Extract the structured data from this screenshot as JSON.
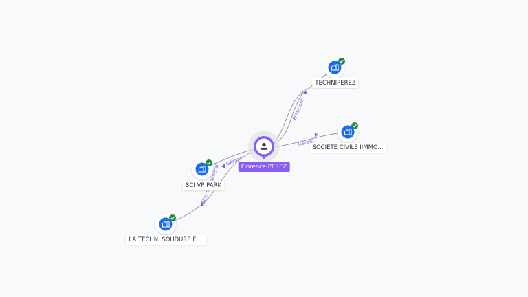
{
  "person": {
    "name": "Florence PEREZ",
    "icon": "person-icon"
  },
  "companies": [
    {
      "id": "techniperez",
      "name": "TECHNIPEREZ",
      "icon": "building-icon",
      "badge": "verified-check-icon"
    },
    {
      "id": "sci-civile",
      "name": "SOCIETE CIVILE IIMMO...",
      "icon": "building-icon",
      "badge": "verified-check-icon"
    },
    {
      "id": "sci-vp-park",
      "name": "SCI VP PARK",
      "icon": "building-icon",
      "badge": "verified-check-icon"
    },
    {
      "id": "la-techni",
      "name": "LA TECHNI SOUDURE E ...",
      "icon": "building-icon",
      "badge": "verified-check-icon"
    }
  ],
  "edges": [
    {
      "from": "person",
      "to": "techniperez",
      "label": "Président"
    },
    {
      "from": "person",
      "to": "sci-civile",
      "label": "Gérant"
    },
    {
      "from": "person",
      "to": "sci-vp-park",
      "label": "Gérant"
    },
    {
      "from": "person",
      "to": "la-techni",
      "label": "Directeur général"
    }
  ],
  "colors": {
    "company_fill": "#1a6cf0",
    "badge": "#1f8a4c",
    "person_accent": "#8a5cf6",
    "edge_label": "#7b67dd"
  }
}
